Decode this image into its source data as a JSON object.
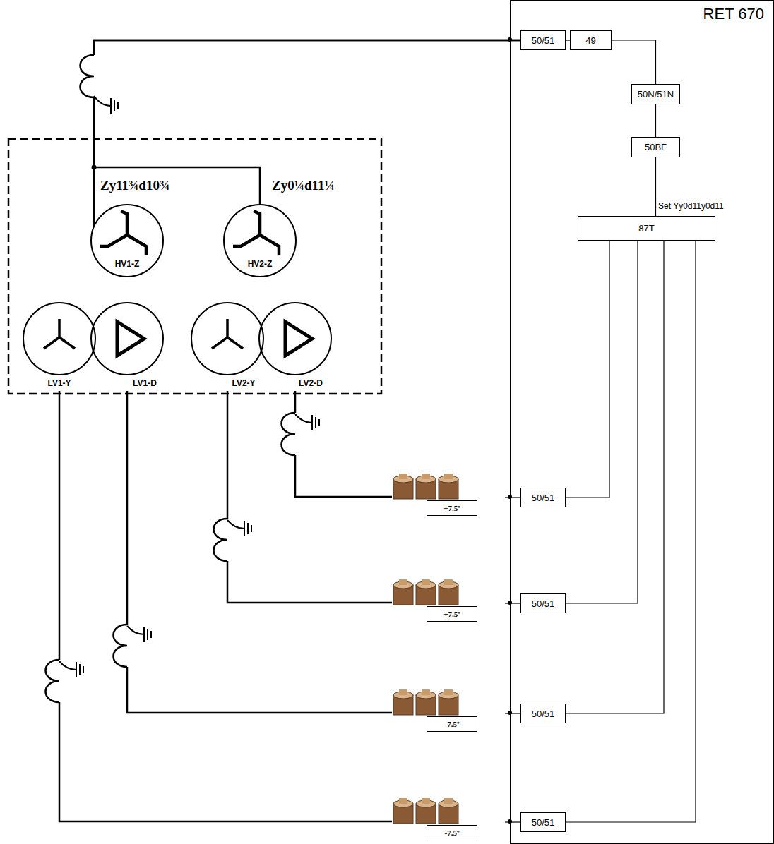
{
  "diagram": {
    "nodes": [
      {
        "text": [
          "RET 670"
        ]
      },
      {
        "text": [
          "50/51"
        ],
        "in": 0
      },
      {
        "text": [
          "49"
        ],
        "in": 0
      },
      {
        "text": [
          "50N/51N"
        ],
        "in": 0
      },
      {
        "text": [
          "50BF"
        ],
        "in": 0
      },
      {
        "text": [
          "87T"
        ],
        "in": 0
      },
      {
        "text": [
          "50/51"
        ],
        "in": 0
      },
      {
        "text": [
          "50/51"
        ],
        "in": 0
      },
      {
        "text": [
          "50/51"
        ],
        "in": 0
      },
      {
        "text": [
          "50/51"
        ],
        "in": 0
      },
      {
        "text": [
          "HV1-Z"
        ]
      },
      {
        "text": [
          "LV1-Y"
        ]
      },
      {
        "text": [
          "LV1-D"
        ]
      },
      {
        "text": [
          "HV2-Z"
        ]
      },
      {
        "text": [
          "LV2-Y"
        ]
      },
      {
        "text": [
          "LV2-D"
        ]
      },
      {
        "text": [
          "+7.5º"
        ]
      },
      {
        "text": [
          "+7.5º"
        ]
      },
      {
        "text": [
          "-7.5º"
        ]
      },
      {
        "text": [
          "-7.5º"
        ]
      }
    ],
    "edges": [
      {
        "from": 1,
        "to": 2,
        "arrow": "none"
      },
      {
        "from": 2,
        "to": 3,
        "arrow": "none"
      },
      {
        "from": 3,
        "to": 4,
        "arrow": "none"
      },
      {
        "from": 4,
        "to": 5,
        "arrow": "none"
      },
      {
        "from": 5,
        "to": 6,
        "arrow": "none"
      },
      {
        "from": 5,
        "to": 7,
        "arrow": "none"
      },
      {
        "from": 5,
        "to": 8,
        "arrow": "none"
      },
      {
        "from": 5,
        "to": 9,
        "arrow": "none"
      },
      {
        "from": 10,
        "to": 1,
        "arrow": "none"
      },
      {
        "from": 13,
        "to": 1,
        "arrow": "none"
      },
      {
        "from": 15,
        "to": 16,
        "arrow": "none"
      },
      {
        "from": 14,
        "to": 17,
        "arrow": "none"
      },
      {
        "from": 12,
        "to": 18,
        "arrow": "none"
      },
      {
        "from": 11,
        "to": 19,
        "arrow": "none"
      },
      {
        "from": 16,
        "to": 6,
        "arrow": "none"
      },
      {
        "from": 17,
        "to": 7,
        "arrow": "none"
      },
      {
        "from": 18,
        "to": 8,
        "arrow": "none"
      },
      {
        "from": 19,
        "to": 9,
        "arrow": "none"
      }
    ],
    "labels": [
      "Zy11¾d10¾",
      "Zy0¼d11¼",
      "Set Yy0d11y0d11"
    ]
  }
}
